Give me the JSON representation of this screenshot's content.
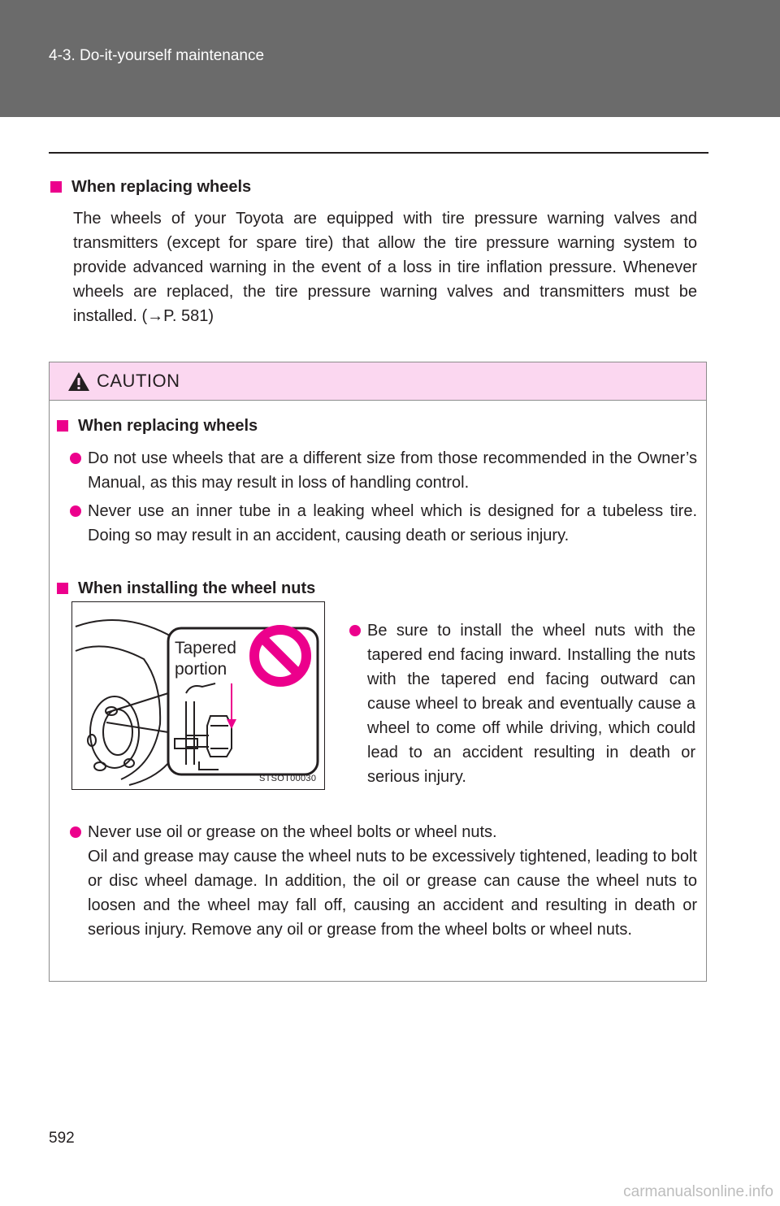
{
  "header": {
    "section_title": "4-3. Do-it-yourself maintenance"
  },
  "intro": {
    "heading": "When replacing wheels",
    "paragraph": "The wheels of your Toyota are equipped with tire pressure warning valves and transmitters (except for spare tire) that allow the tire pressure warning system to provide advanced warning in the event of a loss in tire inflation pressure. Whenever wheels are replaced, the tire pressure warning valves and transmitters must be installed. (→P. 581)"
  },
  "caution": {
    "label": "CAUTION",
    "section1": {
      "heading": "When replacing wheels",
      "bullets": [
        "Do not use wheels that are a different size from those recommended in the Owner’s Manual, as this may result in loss of handling control.",
        "Never use an inner tube in a leaking wheel which is designed for a tubeless tire. Doing so may result in an accident, causing death or serious injury."
      ]
    },
    "section2": {
      "heading": "When installing the wheel nuts",
      "figure": {
        "label_line1": "Tapered",
        "label_line2": "portion",
        "code": "STSOT00030"
      },
      "bullet_beside_figure": "Be sure to install the wheel nuts with the tapered end facing inward. Installing the nuts with the tapered end facing outward can cause wheel to break and eventually cause a wheel to come off while driving, which could lead to an accident resulting in death or serious injury.",
      "bullet_oil_line1": "Never use oil or grease on the wheel bolts or wheel nuts.",
      "bullet_oil_rest": "Oil and grease may cause the wheel nuts to be excessively tightened, leading to bolt or disc wheel damage. In addition, the oil or grease can cause the wheel nuts to loosen and the wheel may fall off, causing an accident and resulting in death or serious injury. Remove any oil or grease from the wheel bolts or wheel nuts."
    }
  },
  "footer": {
    "page_number": "592",
    "watermark": "carmanualsonline.info"
  },
  "colors": {
    "header_band": "#6b6b6b",
    "accent_magenta": "#ec008c",
    "caution_header_bg": "#fbd7f0"
  }
}
